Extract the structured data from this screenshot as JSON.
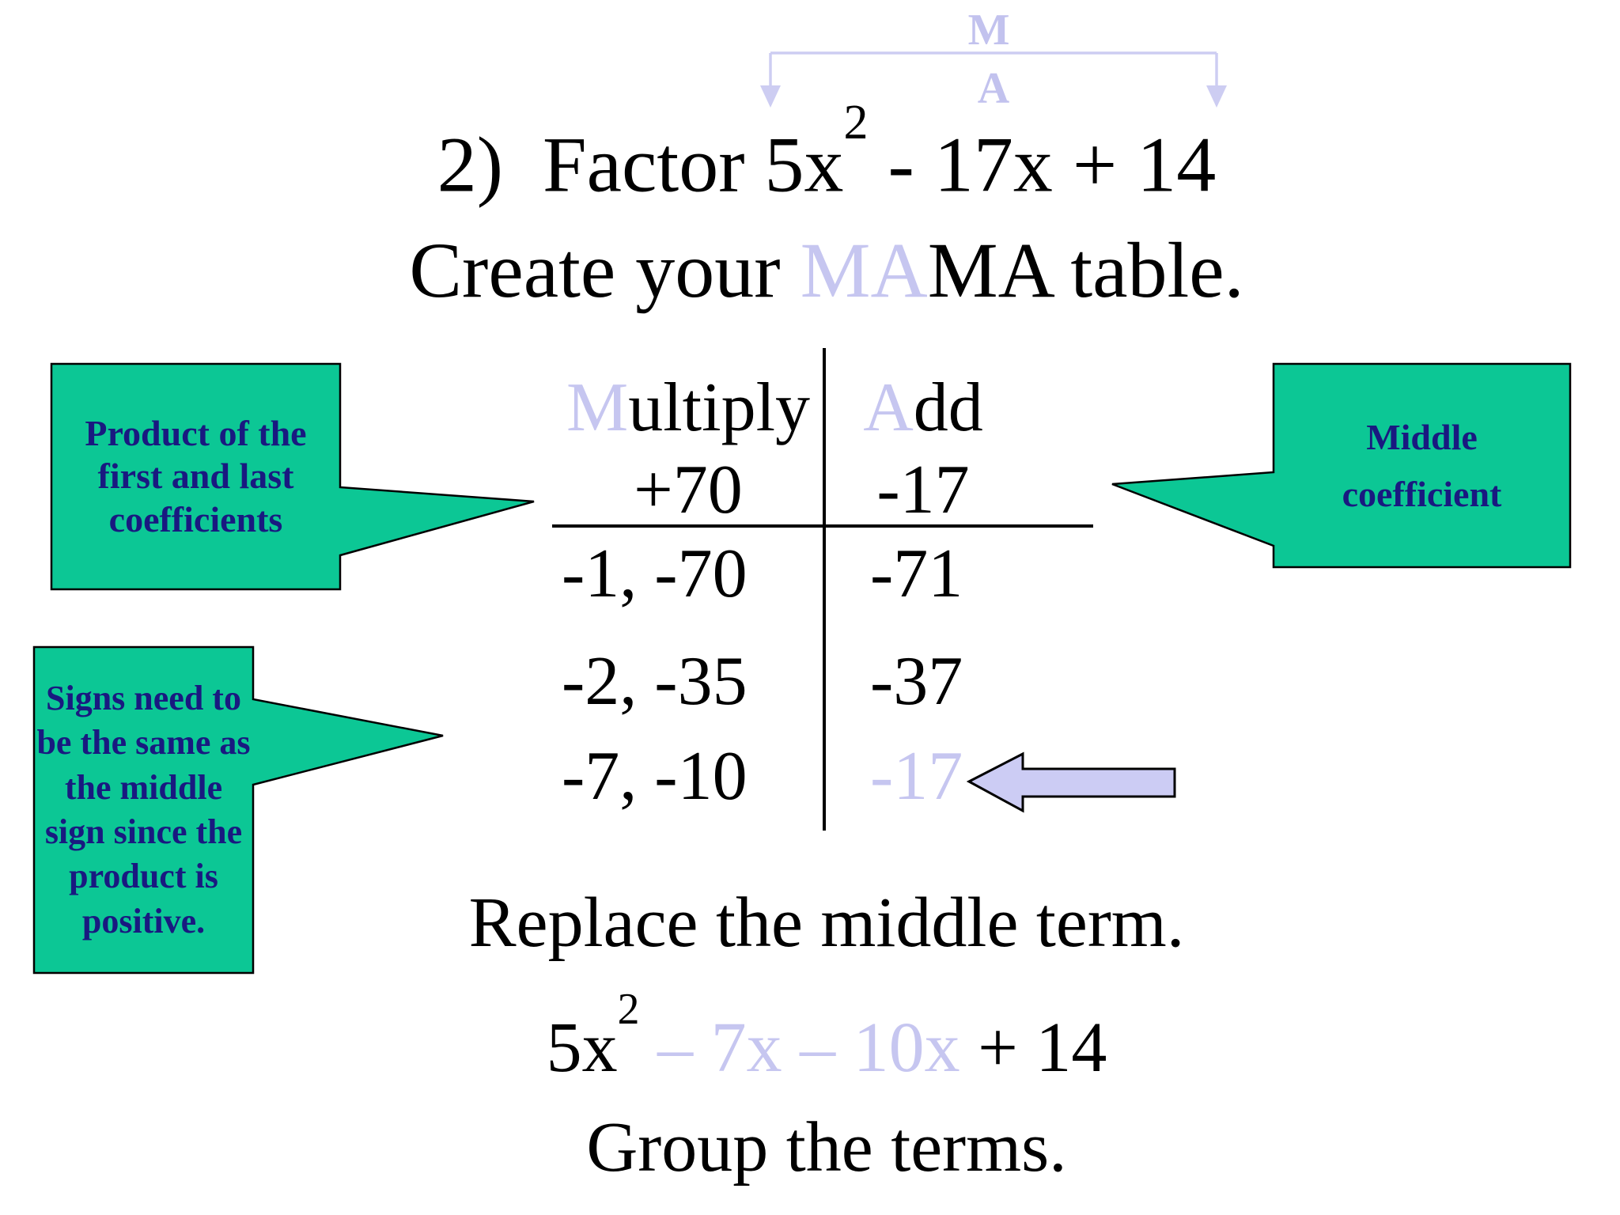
{
  "slide": {
    "colors": {
      "accent_lavender": "#c6c6f0",
      "callout_green": "#0cc795",
      "callout_text_navy": "#191980",
      "text_black": "#000000",
      "block_arrow_fill": "#ccccf4"
    }
  },
  "bracket": {
    "m": "M",
    "a": "A"
  },
  "title": {
    "line1_pre": "2)  Factor 5x",
    "line1_sup": "2",
    "line1_post": " - 17x + 14",
    "line2_pre": "Create your ",
    "line2_highlight": "MA",
    "line2_post": "MA table."
  },
  "mama_table": {
    "multiply_initial": "M",
    "multiply_rest": "ultiply",
    "add_initial": "A",
    "add_rest": "dd",
    "multiply_value": "+70",
    "add_value": "-17",
    "rows": [
      {
        "factors": "-1, -70",
        "sum": "-71"
      },
      {
        "factors": "-2, -35",
        "sum": "-37"
      },
      {
        "factors": "-7, -10",
        "sum": "-17"
      }
    ]
  },
  "callouts": {
    "product": {
      "lines": [
        "Product of the",
        "first and last",
        "coefficients"
      ]
    },
    "signs": {
      "lines": [
        "Signs need to",
        "be the same as",
        "the middle",
        "sign since the",
        "product is",
        "positive."
      ]
    },
    "middle": {
      "lines": [
        "Middle",
        "coefficient"
      ]
    }
  },
  "footer": {
    "replace_line": "Replace the middle term.",
    "equation": {
      "base": "5x",
      "sup": "2",
      "highlight": " – 7x – 10x ",
      "end": "+ 14"
    },
    "group_line": "Group the terms."
  }
}
